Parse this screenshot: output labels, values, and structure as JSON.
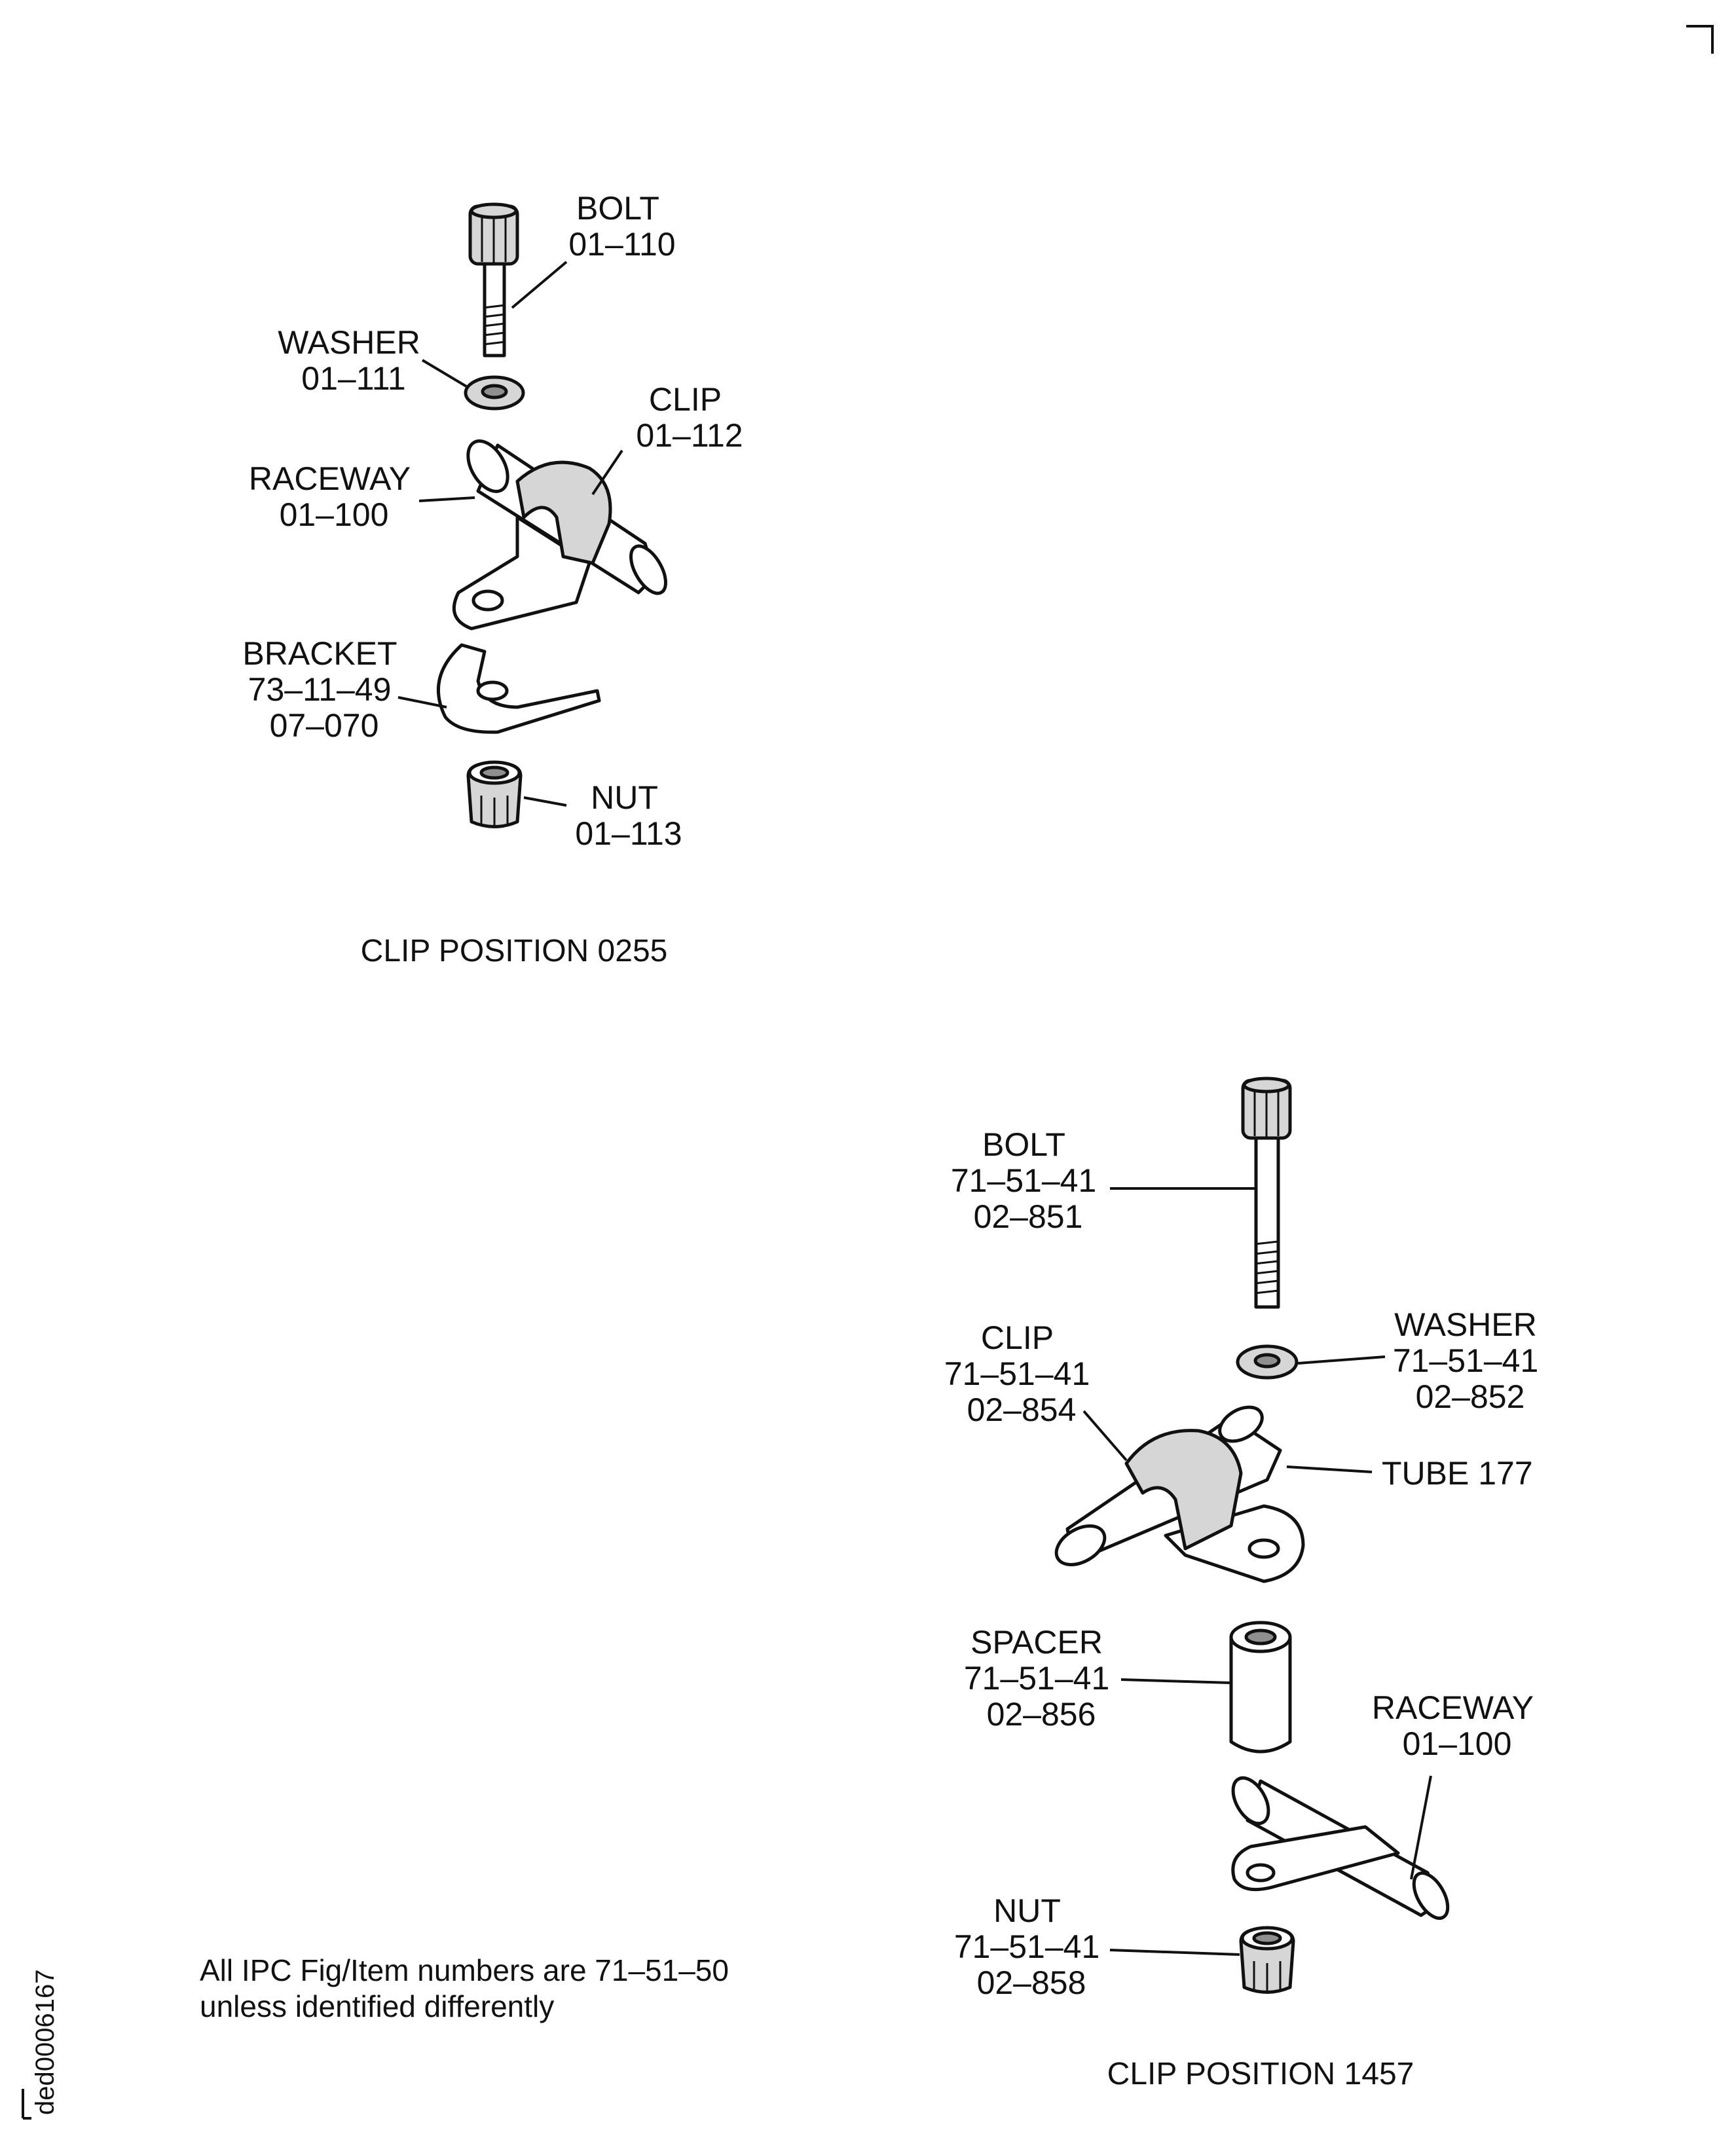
{
  "note": {
    "line1": "All IPC Fig/Item numbers are 71–51–50",
    "line2": "unless identified differently"
  },
  "doc_id": "ded0006167",
  "view_0255": {
    "caption": "CLIP POSITION 0255",
    "bolt": [
      "BOLT",
      "01–110"
    ],
    "washer": [
      "WASHER",
      "01–111"
    ],
    "clip": [
      "CLIP",
      "01–112"
    ],
    "raceway": [
      "RACEWAY",
      "01–100"
    ],
    "bracket": [
      "BRACKET",
      "73–11–49",
      "07–070"
    ],
    "nut": [
      "NUT",
      "01–113"
    ]
  },
  "view_1457": {
    "caption": "CLIP POSITION 1457",
    "bolt": [
      "BOLT",
      "71–51–41",
      "02–851"
    ],
    "washer": [
      "WASHER",
      "71–51–41",
      "02–852"
    ],
    "clip": [
      "CLIP",
      "71–51–41",
      "02–854"
    ],
    "tube": [
      "TUBE 177"
    ],
    "spacer": [
      "SPACER",
      "71–51–41",
      "02–856"
    ],
    "raceway": [
      "RACEWAY",
      "01–100"
    ],
    "nut": [
      "NUT",
      "71–51–41",
      "02–858"
    ]
  }
}
